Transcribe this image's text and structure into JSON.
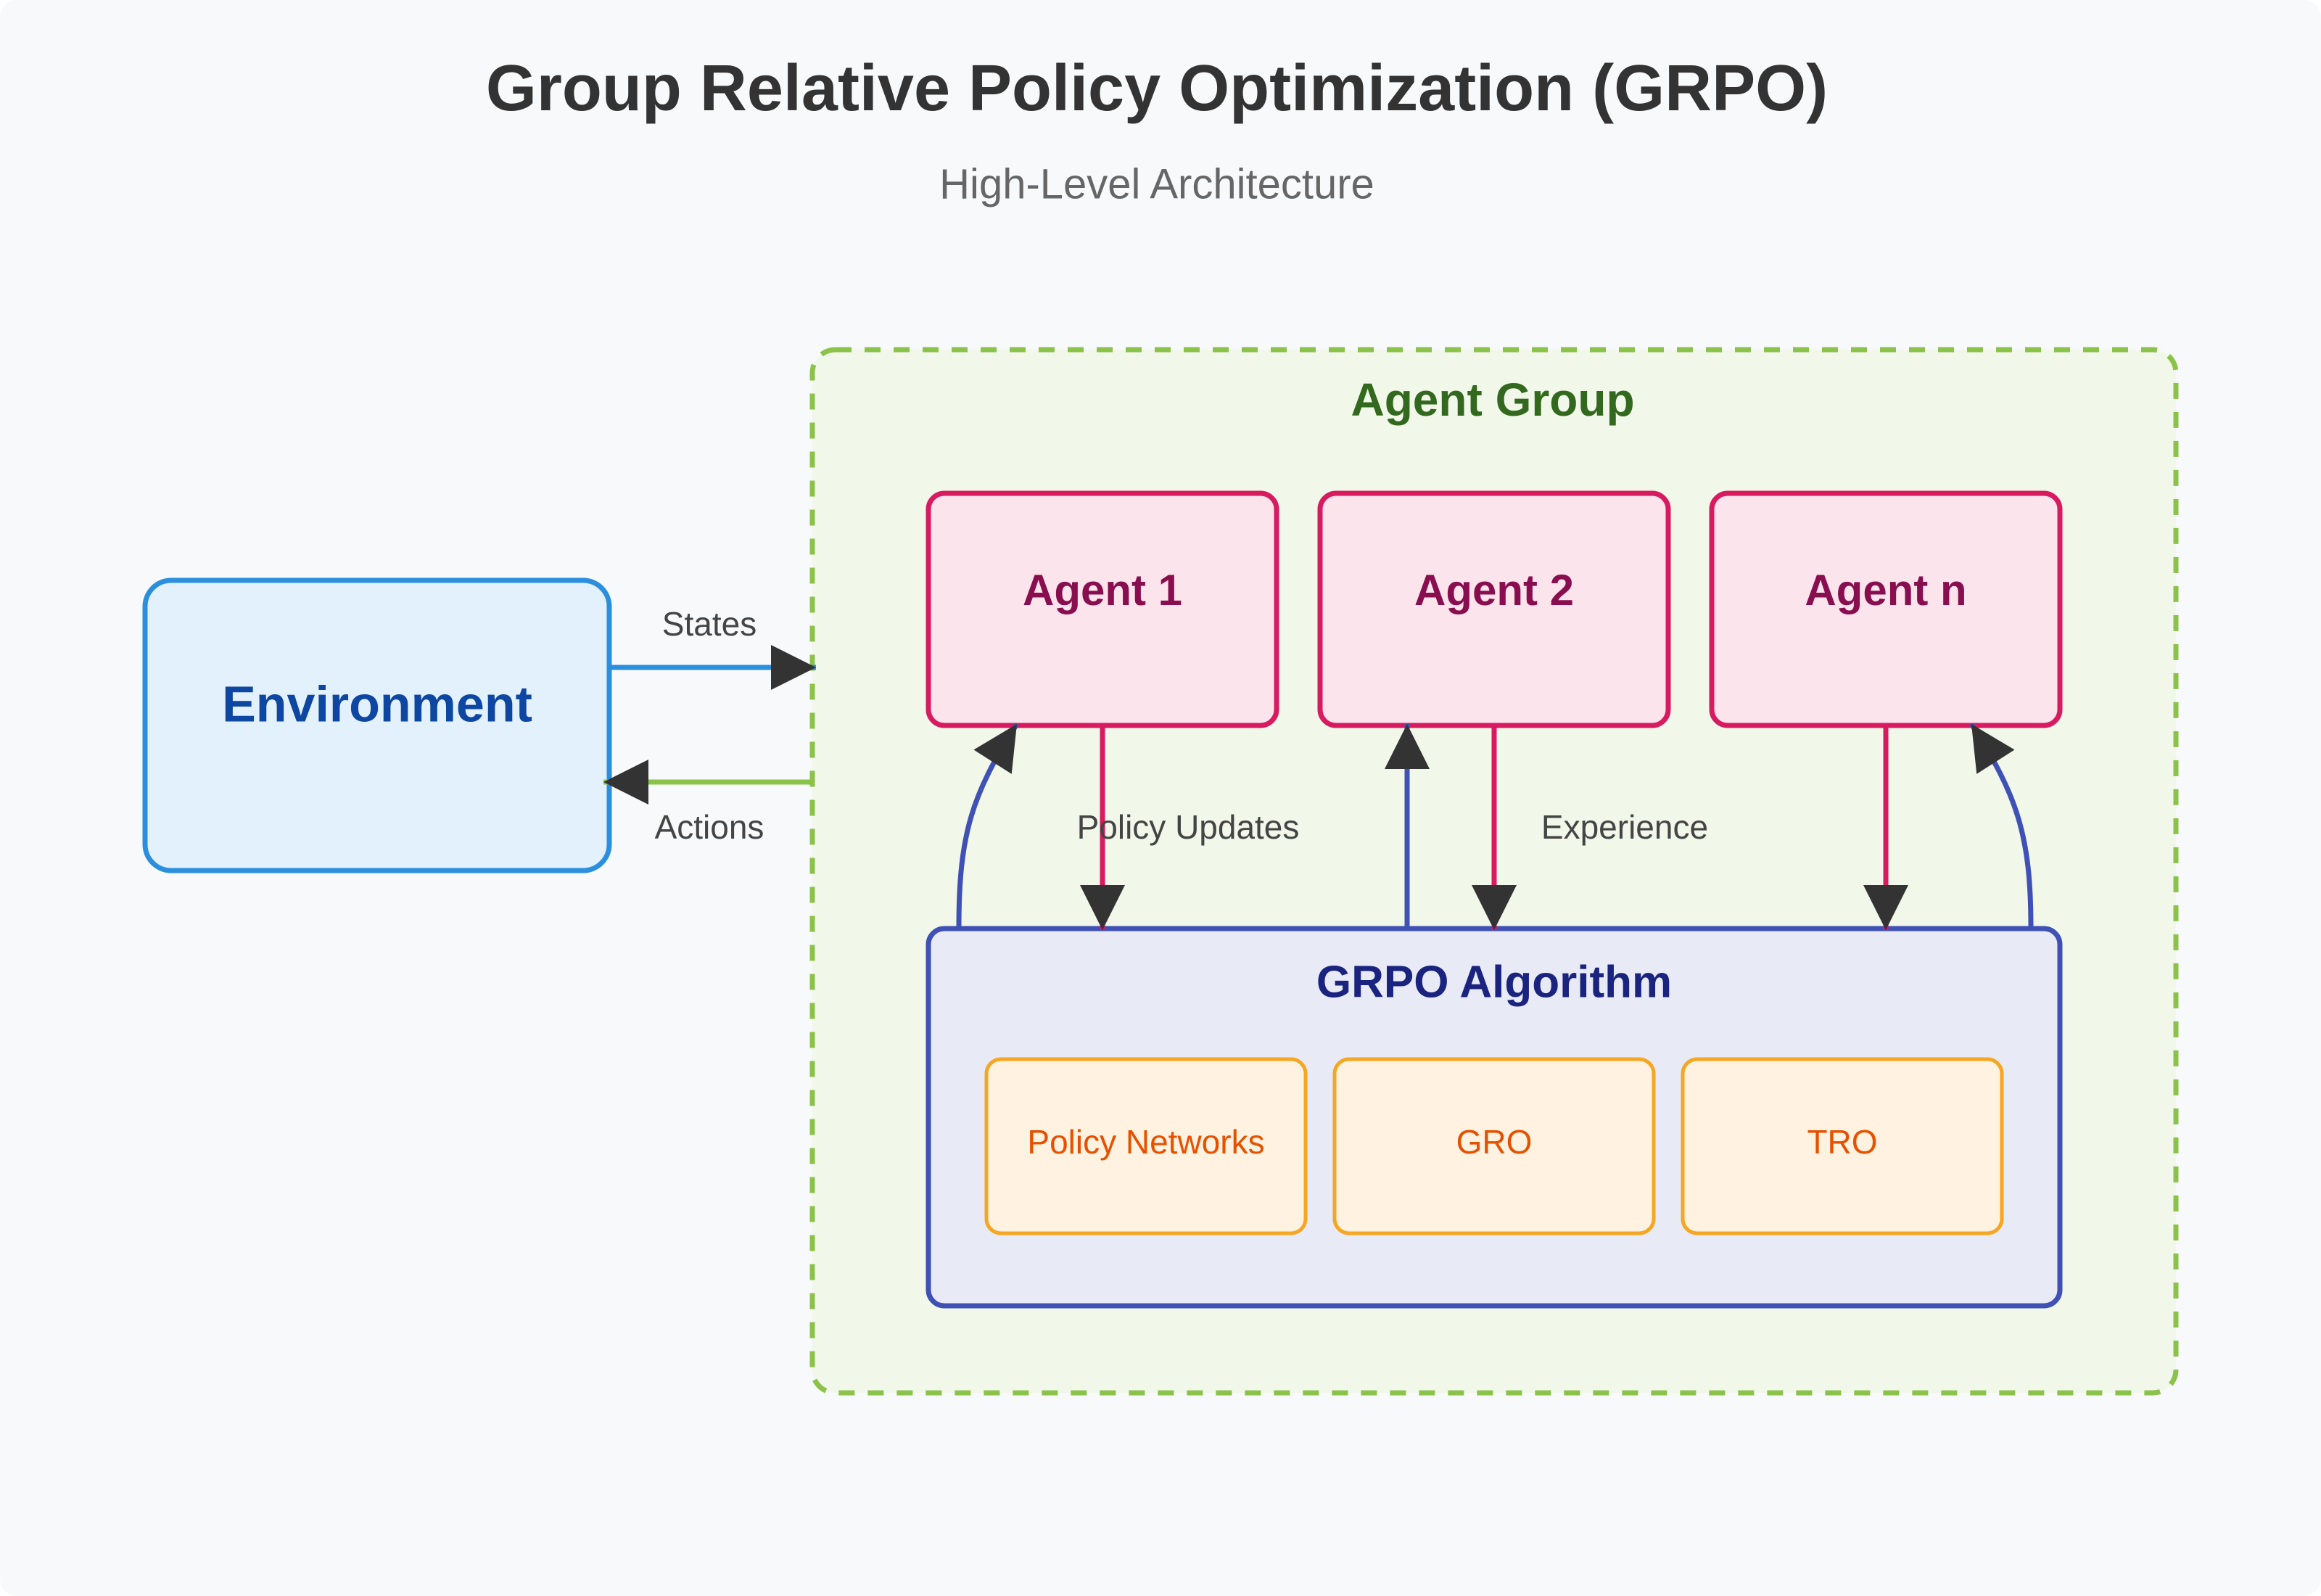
{
  "title": "Group Relative Policy Optimization (GRPO)",
  "subtitle": "High-Level Architecture",
  "environment": {
    "label": "Environment"
  },
  "agent_group": {
    "label": "Agent Group",
    "agents": [
      {
        "label": "Agent 1"
      },
      {
        "label": "Agent 2"
      },
      {
        "label": "Agent n"
      }
    ]
  },
  "algorithm": {
    "label": "GRPO Algorithm",
    "components": [
      {
        "label": "Policy Networks"
      },
      {
        "label": "GRO"
      },
      {
        "label": "TRO"
      }
    ]
  },
  "edges": {
    "states": "States",
    "actions": "Actions",
    "policy_updates": "Policy Updates",
    "experience": "Experience"
  },
  "colors": {
    "background": "#f7f9fb",
    "environment_stroke": "#2c8fdd",
    "environment_fill": "#e3f1fc",
    "environment_text": "#0d47a1",
    "group_stroke": "#8bc34a",
    "group_fill": "#f1f7e9",
    "group_text": "#33691e",
    "agent_stroke": "#d81b60",
    "agent_fill": "#fce4ec",
    "agent_text": "#880e4f",
    "algorithm_stroke": "#3f51b5",
    "algorithm_fill": "#e8eaf6",
    "algorithm_text": "#1a237e",
    "component_stroke": "#f5a623",
    "component_fill": "#fff2e0",
    "component_text": "#e65100",
    "arrow_head": "#333333"
  }
}
